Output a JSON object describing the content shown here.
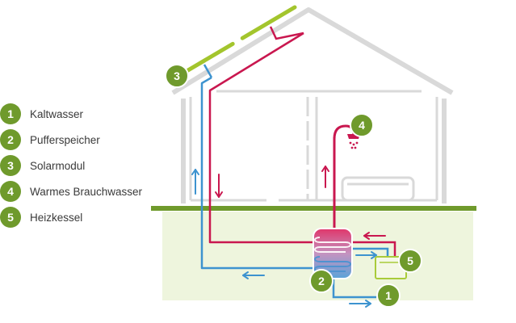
{
  "colors": {
    "badge": "#6f9a2c",
    "ground": "#6f9a2c",
    "panel": "#a3c52d",
    "cold": "#3d93cf",
    "hot": "#c9174f",
    "house": "#d9d9d9",
    "soil": "#eef5dd",
    "heater": "#a9cb3a"
  },
  "legend": [
    {
      "number": "1",
      "label": "Kaltwasser"
    },
    {
      "number": "2",
      "label": "Pufferspeicher"
    },
    {
      "number": "3",
      "label": "Solarmodul"
    },
    {
      "number": "4",
      "label": "Warmes Brauchwasser"
    },
    {
      "number": "5",
      "label": "Heizkessel"
    }
  ],
  "markers": {
    "cold_water": "1",
    "buffer_tank": "2",
    "solar_module": "3",
    "hot_water": "4",
    "boiler": "5"
  }
}
